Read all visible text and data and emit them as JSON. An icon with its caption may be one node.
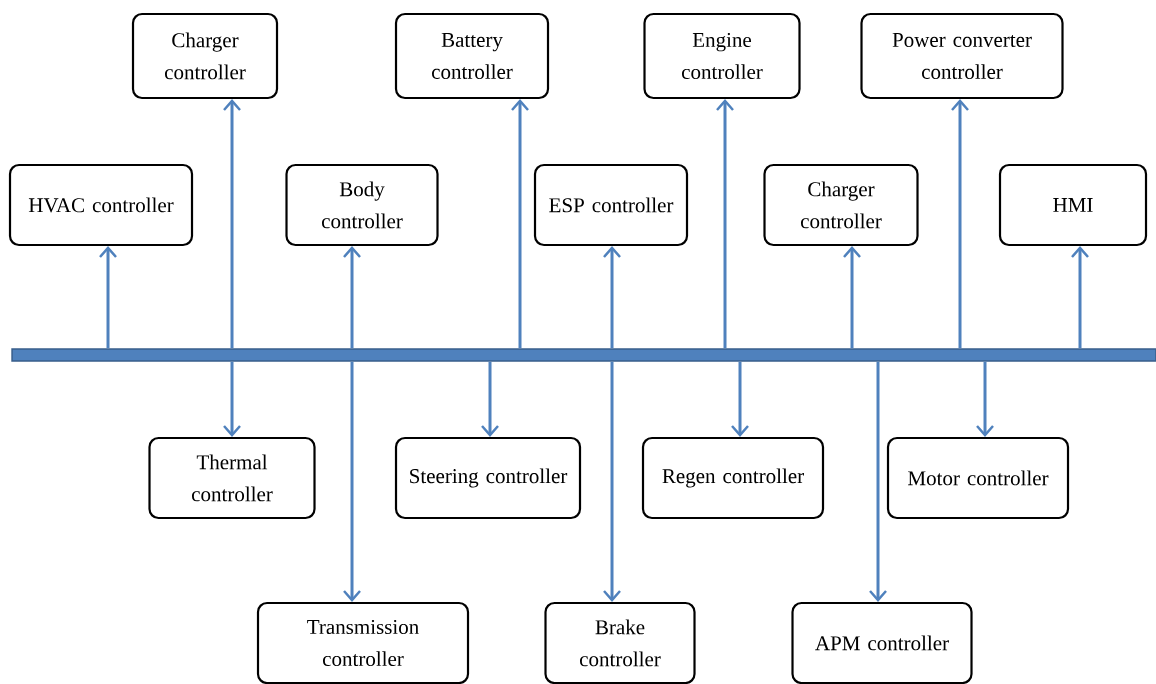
{
  "diagram": {
    "nodes": [
      {
        "text": [],
        "shape": "bar"
      },
      {
        "text": [
          "Charger controller"
        ]
      },
      {
        "text": [
          "Battery controller"
        ]
      },
      {
        "text": [
          "Engine controller"
        ]
      },
      {
        "text": [
          "Power converter controller"
        ]
      },
      {
        "text": [
          "HVAC controller"
        ]
      },
      {
        "text": [
          "Body controller"
        ]
      },
      {
        "text": [
          "ESP controller"
        ]
      },
      {
        "text": [
          "Charger controller"
        ]
      },
      {
        "text": [
          "HMI"
        ]
      },
      {
        "text": [
          "Thermal controller"
        ]
      },
      {
        "text": [
          "Steering controller"
        ]
      },
      {
        "text": [
          "Regen controller"
        ]
      },
      {
        "text": [
          "Motor controller"
        ]
      },
      {
        "text": [
          "Transmission controller"
        ]
      },
      {
        "text": [
          "Brake controller"
        ]
      },
      {
        "text": [
          "APM controller"
        ]
      }
    ],
    "edges": [
      {
        "from": 0,
        "to": 1,
        "arrow": "to"
      },
      {
        "from": 0,
        "to": 2,
        "arrow": "to"
      },
      {
        "from": 0,
        "to": 3,
        "arrow": "to"
      },
      {
        "from": 0,
        "to": 4,
        "arrow": "to"
      },
      {
        "from": 0,
        "to": 5,
        "arrow": "to"
      },
      {
        "from": 0,
        "to": 6,
        "arrow": "to"
      },
      {
        "from": 0,
        "to": 7,
        "arrow": "to"
      },
      {
        "from": 0,
        "to": 8,
        "arrow": "to"
      },
      {
        "from": 0,
        "to": 9,
        "arrow": "to"
      },
      {
        "from": 0,
        "to": 10,
        "arrow": "to"
      },
      {
        "from": 0,
        "to": 11,
        "arrow": "to"
      },
      {
        "from": 0,
        "to": 12,
        "arrow": "to"
      },
      {
        "from": 0,
        "to": 13,
        "arrow": "to"
      },
      {
        "from": 0,
        "to": 14,
        "arrow": "to"
      },
      {
        "from": 0,
        "to": 15,
        "arrow": "to"
      },
      {
        "from": 0,
        "to": 16,
        "arrow": "to"
      }
    ]
  }
}
